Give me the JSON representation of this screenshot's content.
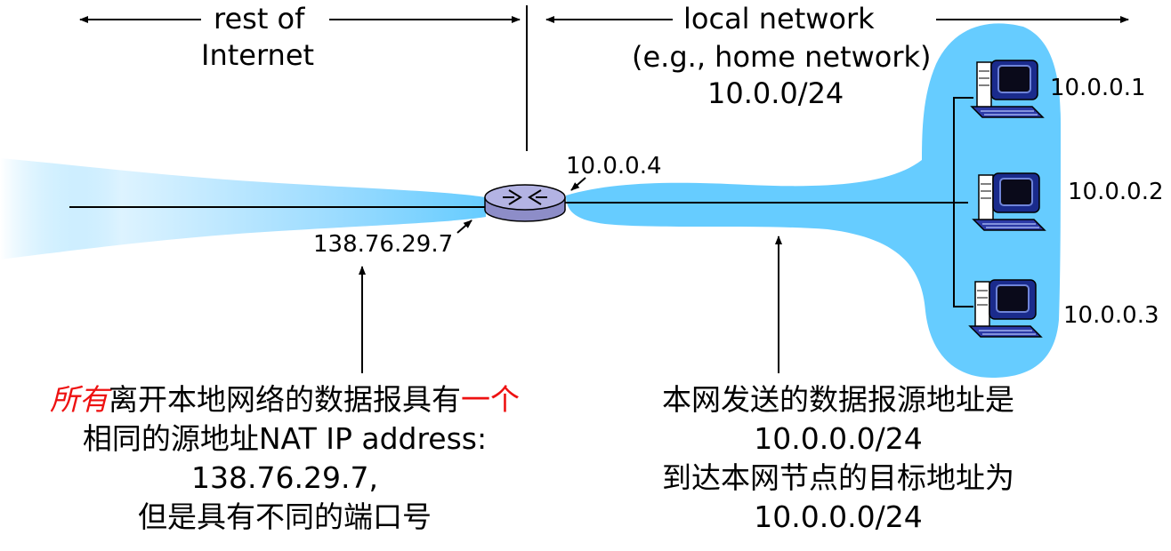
{
  "header": {
    "left_label_line1": "rest of",
    "left_label_line2": "Internet",
    "right_label_line1": "local network",
    "right_label_line2": "(e.g., home network)",
    "right_label_line3": "10.0.0/24"
  },
  "router": {
    "inside_ip": "10.0.0.4",
    "outside_ip": "138.76.29.7"
  },
  "hosts": [
    {
      "ip": "10.0.0.1"
    },
    {
      "ip": "10.0.0.2"
    },
    {
      "ip": "10.0.0.3"
    }
  ],
  "note_left": {
    "emph_1": "所有",
    "text_1": "离开本地网络的数据报具有",
    "emph_2": "一个",
    "line2": "相同的源地址NAT IP address:",
    "line3": "138.76.29.7,",
    "line4": "但是具有不同的端口号"
  },
  "note_right": {
    "line1": "本网发送的数据报源地址是",
    "line2": "10.0.0.0/24",
    "line3": "到达本网节点的目标地址为",
    "line4": "10.0.0.0/24"
  },
  "colors": {
    "network_blue": "#66ccff",
    "router_body": "#a9a9d8",
    "line": "#000000",
    "emphasis_red": "#ee1111"
  }
}
